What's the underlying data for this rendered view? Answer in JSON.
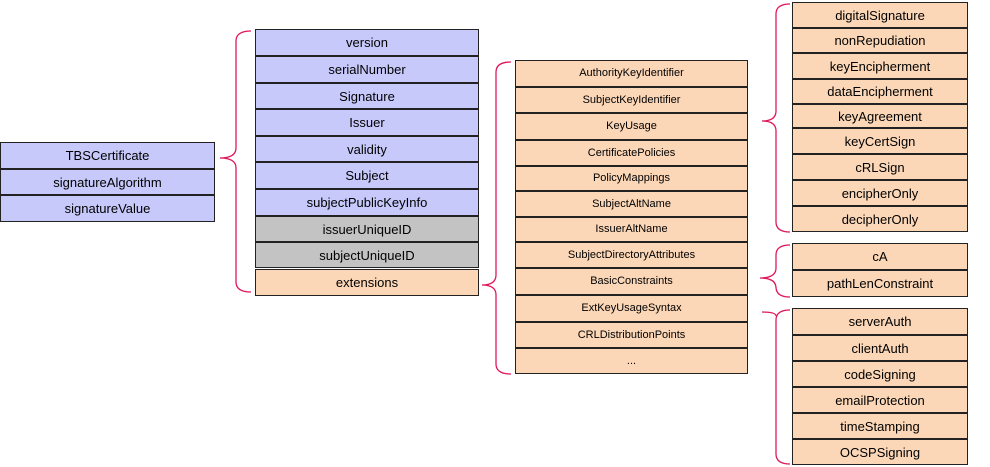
{
  "colors": {
    "blue": "#c8c9fb",
    "gray": "#c3c3c3",
    "peach": "#fbd7b8",
    "brace": "#e0185a"
  },
  "certificate": {
    "fields": [
      "TBSCertificate",
      "signatureAlgorithm",
      "signatureValue"
    ]
  },
  "tbs": {
    "fields": [
      "version",
      "serialNumber",
      "Signature",
      "Issuer",
      "validity",
      "Subject",
      "subjectPublicKeyInfo",
      "issuerUniqueID",
      "subjectUniqueID",
      "extensions"
    ]
  },
  "extensions": {
    "items": [
      "AuthorityKeyIdentifier",
      "SubjectKeyIdentifier",
      "KeyUsage",
      "CertificatePolicies",
      "PolicyMappings",
      "SubjectAltName",
      "IssuerAltName",
      "SubjectDirectoryAttributes",
      "BasicConstraints",
      "ExtKeyUsageSyntax",
      "CRLDistributionPoints",
      "..."
    ]
  },
  "key_usage": {
    "items": [
      "digitalSignature",
      "nonRepudiation",
      "keyEncipherment",
      "dataEncipherment",
      "keyAgreement",
      "keyCertSign",
      "cRLSign",
      "encipherOnly",
      "decipherOnly"
    ]
  },
  "basic_constraints": {
    "items": [
      "cA",
      "pathLenConstraint"
    ]
  },
  "ext_key_usage": {
    "items": [
      "serverAuth",
      "clientAuth",
      "codeSigning",
      "emailProtection",
      "timeStamping",
      "OCSPSigning"
    ]
  }
}
